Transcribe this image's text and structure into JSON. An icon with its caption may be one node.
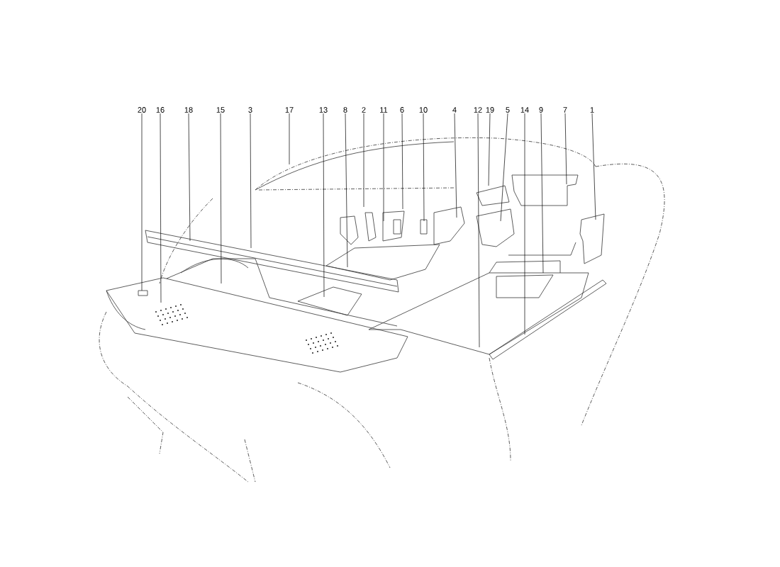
{
  "diagram": {
    "nodes": [
      {
        "text": [
          "20"
        ]
      },
      {
        "text": [
          "16"
        ]
      },
      {
        "text": [
          "18"
        ]
      },
      {
        "text": [
          "15"
        ]
      },
      {
        "text": [
          "3"
        ]
      },
      {
        "text": [
          "17"
        ]
      },
      {
        "text": [
          "13"
        ]
      },
      {
        "text": [
          "8"
        ]
      },
      {
        "text": [
          "2"
        ]
      },
      {
        "text": [
          "11"
        ]
      },
      {
        "text": [
          "6"
        ]
      },
      {
        "text": [
          "10"
        ]
      },
      {
        "text": [
          "4"
        ]
      },
      {
        "text": [
          "12"
        ]
      },
      {
        "text": [
          "19"
        ]
      },
      {
        "text": [
          "5"
        ]
      },
      {
        "text": [
          "14"
        ]
      },
      {
        "text": [
          "9"
        ]
      },
      {
        "text": [
          "7"
        ]
      },
      {
        "text": [
          "1"
        ]
      }
    ],
    "edges": [
      {
        "from": 0,
        "to": null,
        "arrow": "none"
      },
      {
        "from": 1,
        "to": null,
        "arrow": "none"
      },
      {
        "from": 2,
        "to": null,
        "arrow": "none"
      },
      {
        "from": 3,
        "to": null,
        "arrow": "none"
      },
      {
        "from": 4,
        "to": null,
        "arrow": "none"
      },
      {
        "from": 5,
        "to": null,
        "arrow": "none"
      },
      {
        "from": 6,
        "to": null,
        "arrow": "none"
      },
      {
        "from": 7,
        "to": null,
        "arrow": "none"
      },
      {
        "from": 8,
        "to": null,
        "arrow": "none"
      },
      {
        "from": 9,
        "to": null,
        "arrow": "none"
      },
      {
        "from": 10,
        "to": null,
        "arrow": "none"
      },
      {
        "from": 11,
        "to": null,
        "arrow": "none"
      },
      {
        "from": 12,
        "to": null,
        "arrow": "none"
      },
      {
        "from": 13,
        "to": null,
        "arrow": "none"
      },
      {
        "from": 14,
        "to": null,
        "arrow": "none"
      },
      {
        "from": 15,
        "to": null,
        "arrow": "none"
      },
      {
        "from": 16,
        "to": null,
        "arrow": "none"
      },
      {
        "from": 17,
        "to": null,
        "arrow": "none"
      },
      {
        "from": 18,
        "to": null,
        "arrow": "none"
      },
      {
        "from": 19,
        "to": null,
        "arrow": "none"
      }
    ]
  }
}
